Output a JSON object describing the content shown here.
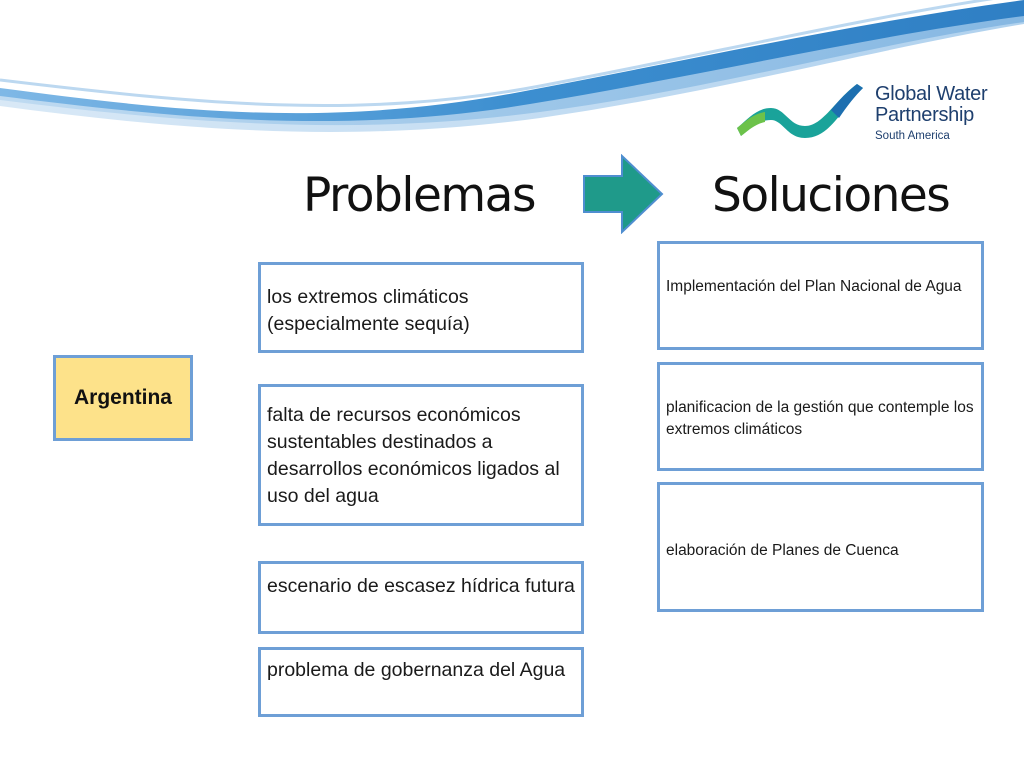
{
  "logo": {
    "line1": "Global Water",
    "line2": "Partnership",
    "line3": "South America"
  },
  "headings": {
    "problems": "Problemas",
    "solutions": "Soluciones"
  },
  "country": "Argentina",
  "problems": [
    "los extremos climáticos (especialmente sequía)",
    "falta de recursos económicos sustentables destinados a desarrollos económicos ligados al uso del agua",
    "escenario de escasez hídrica futura",
    "problema de gobernanza del Agua"
  ],
  "solutions": [
    "Implementación del Plan Nacional de Agua",
    "planificacion de la gestión que contemple los extremos climáticos",
    "elaboración de Planes de Cuenca"
  ],
  "colors": {
    "country_fill": "#fde28a",
    "box_border": "#6e9fd6",
    "arrow": "#1f9a8a",
    "wave": "#3d8fd0",
    "logo_text": "#1e3f6e"
  }
}
